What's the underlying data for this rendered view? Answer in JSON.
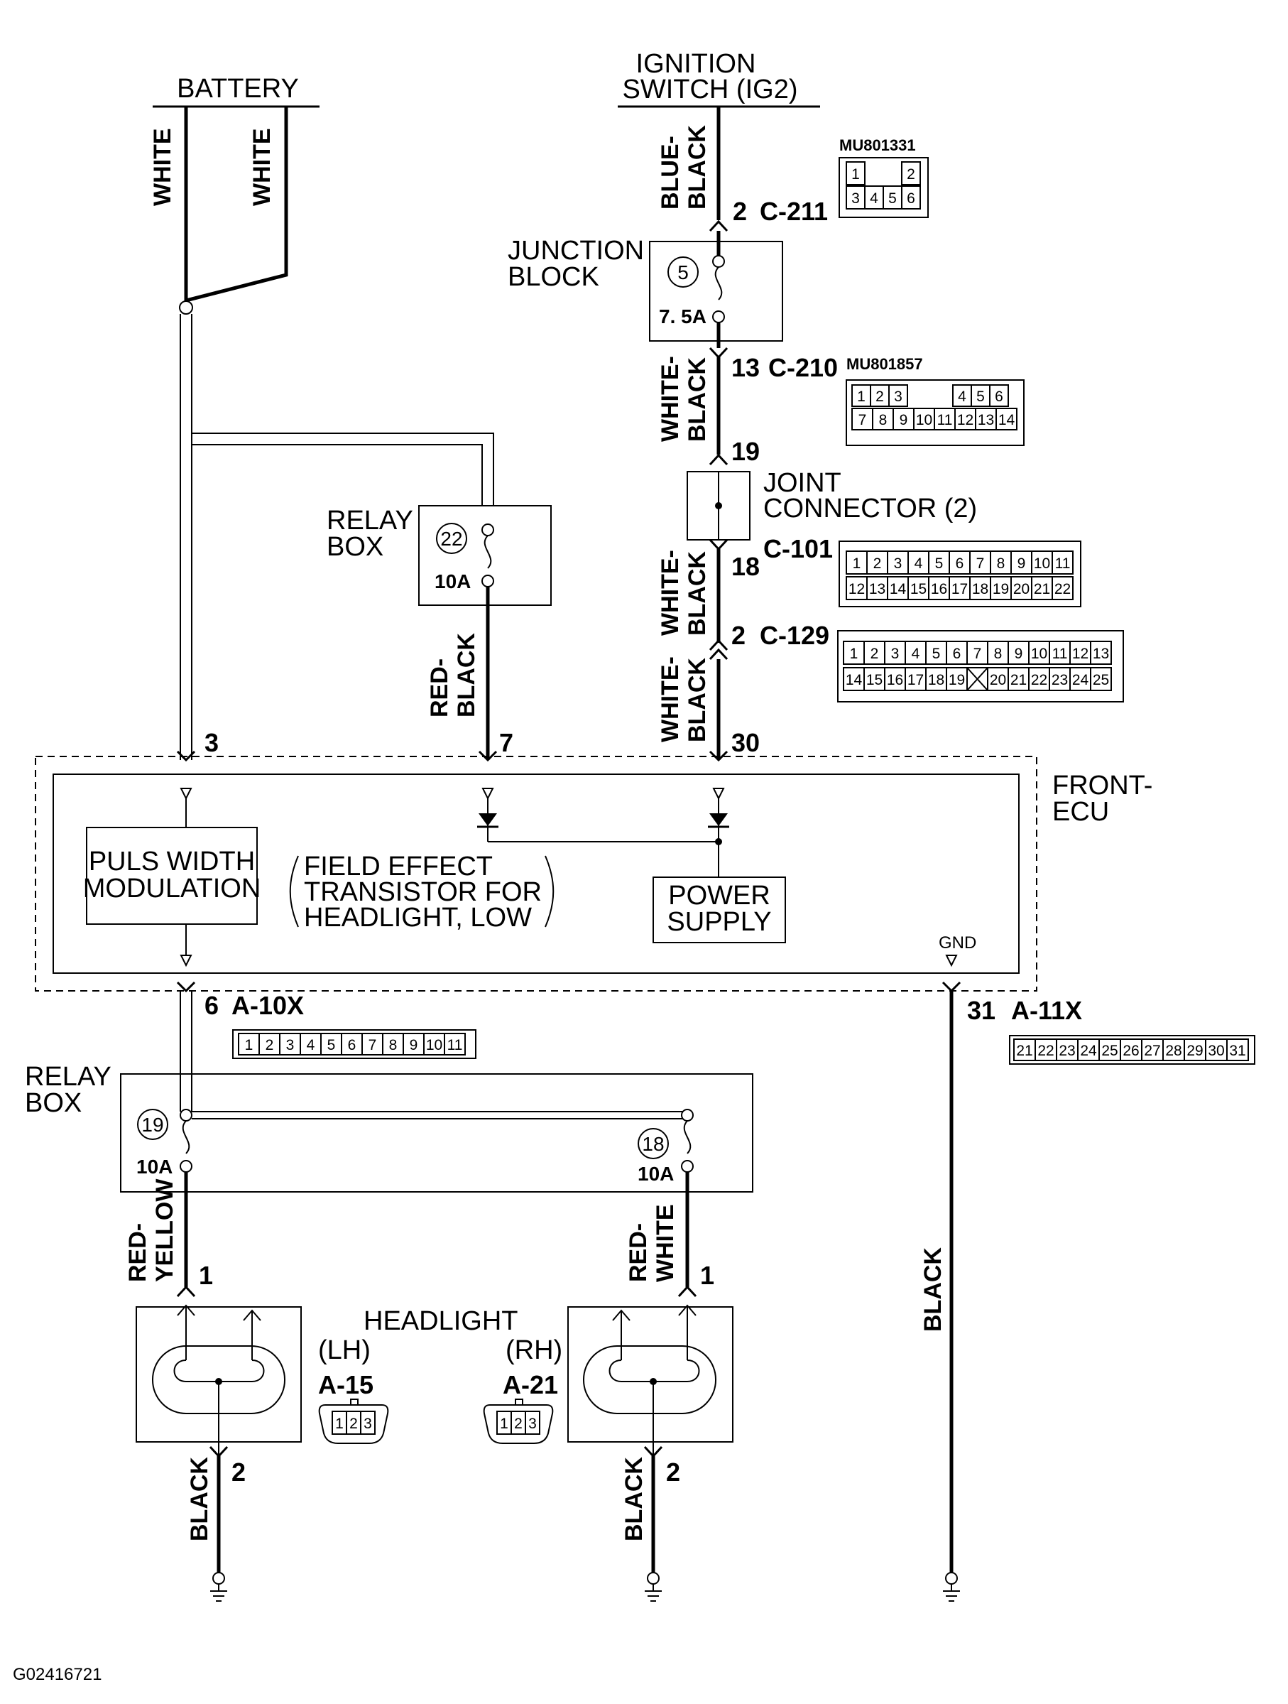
{
  "figure_id": "G02416721",
  "sources": {
    "battery": "BATTERY",
    "ignition_line1": "IGNITION",
    "ignition_line2": "SWITCH (IG2)"
  },
  "wires": {
    "white": "WHITE",
    "blue_black_1": "BLUE-",
    "blue_black_2": "BLACK",
    "white_black_1": "WHITE-",
    "white_black_2": "BLACK",
    "red_black_1": "RED-",
    "red_black_2": "BLACK",
    "red_yellow_1": "RED-",
    "red_yellow_2": "YELLOW",
    "red_white_1": "RED-",
    "red_white_2": "WHITE",
    "black": "BLACK"
  },
  "junction_block": {
    "line1": "JUNCTION",
    "line2": "BLOCK",
    "fuse_no": "5",
    "rating": "7. 5A"
  },
  "joint_connector": {
    "line1": "JOINT",
    "line2": "CONNECTOR (2)"
  },
  "relay_box_top": {
    "line1": "RELAY",
    "line2": "BOX",
    "fuse_no": "22",
    "rating": "10A"
  },
  "relay_box_bottom": {
    "line1": "RELAY",
    "line2": "BOX",
    "fuse_left_no": "19",
    "fuse_left_rating": "10A",
    "fuse_right_no": "18",
    "fuse_right_rating": "10A"
  },
  "ecu": {
    "name_line1": "FRONT-",
    "name_line2": "ECU",
    "pwm_line1": "PULS WIDTH",
    "pwm_line2": "MODULATION",
    "fet_line1": "FIELD EFFECT",
    "fet_line2": "TRANSISTOR FOR",
    "fet_line3": "HEADLIGHT, LOW",
    "ps_line1": "POWER",
    "ps_line2": "SUPPLY",
    "gnd": "GND"
  },
  "pins": {
    "c211": "2",
    "c211_name": "C-211",
    "c210": "13",
    "c210_name": "C-210",
    "jc_in": "19",
    "jc_out": "18",
    "c101_name": "C-101",
    "c129": "2",
    "c129_name": "C-129",
    "ecu_3": "3",
    "ecu_7": "7",
    "ecu_30": "30",
    "ecu_6": "6",
    "a10x_name": "A-10X",
    "ecu_31": "31",
    "a11x_name": "A-11X",
    "hl_lh_1": "1",
    "hl_rh_1": "1",
    "hl_lh_2": "2",
    "hl_rh_2": "2"
  },
  "headlight": {
    "title": "HEADLIGHT",
    "lh": "(LH)",
    "rh": "(RH)",
    "lh_conn": "A-15",
    "rh_conn": "A-21"
  },
  "part_numbers": {
    "c211_part": "MU801331",
    "c210_part": "MU801857"
  },
  "connector_pins": {
    "c211_top": [
      "1",
      "2"
    ],
    "c211_bottom": [
      "3",
      "4",
      "5",
      "6"
    ],
    "c210_top": [
      "1",
      "2",
      "3",
      "4",
      "5",
      "6"
    ],
    "c210_bottom": [
      "7",
      "8",
      "9",
      "10",
      "11",
      "12",
      "13",
      "14"
    ],
    "c101_top": [
      "1",
      "2",
      "3",
      "4",
      "5",
      "6",
      "7",
      "8",
      "9",
      "10",
      "11"
    ],
    "c101_bottom": [
      "12",
      "13",
      "14",
      "15",
      "16",
      "17",
      "18",
      "19",
      "20",
      "21",
      "22"
    ],
    "c129_top": [
      "1",
      "2",
      "3",
      "4",
      "5",
      "6",
      "7",
      "8",
      "9",
      "10",
      "11",
      "12",
      "13"
    ],
    "c129_bottom": [
      "14",
      "15",
      "16",
      "17",
      "18",
      "19",
      "20",
      "21",
      "22",
      "23",
      "24",
      "25"
    ],
    "a10x": [
      "1",
      "2",
      "3",
      "4",
      "5",
      "6",
      "7",
      "8",
      "9",
      "10",
      "11"
    ],
    "a11x": [
      "21",
      "22",
      "23",
      "24",
      "25",
      "26",
      "27",
      "28",
      "29",
      "30",
      "31"
    ],
    "a15": [
      "1",
      "2",
      "3"
    ],
    "a21": [
      "1",
      "2",
      "3"
    ]
  }
}
